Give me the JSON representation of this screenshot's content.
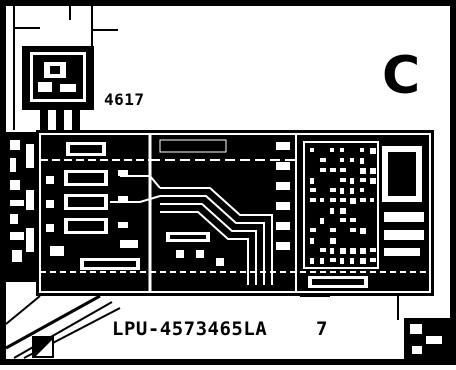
{
  "board": {
    "corner_letter": "C",
    "chip_code": "4617",
    "part_number": "LPU-4573465LA",
    "part_suffix": "7"
  },
  "colors": {
    "ink": "#000000",
    "paper": "#ffffff"
  }
}
